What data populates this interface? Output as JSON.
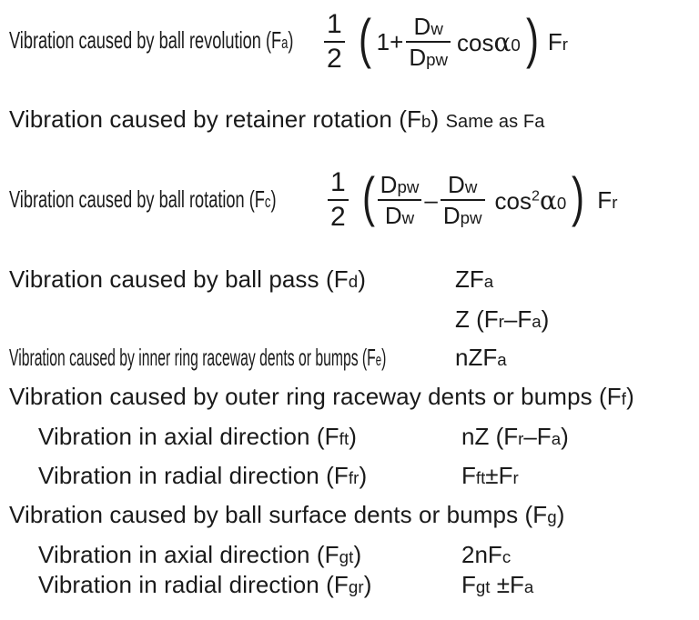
{
  "fa": {
    "label": "Vibration caused by ball revolution (F",
    "sub": "a",
    "close": ")",
    "half_num": "1",
    "half_den": "2",
    "paren_open": "(",
    "one_plus": "1+",
    "ratio_num": "D",
    "ratio_num_sub": "w",
    "ratio_den": "D",
    "ratio_den_sub": "pw",
    "cos": "cos",
    "alpha": "α",
    "alpha_sub": "0",
    "paren_close": ")",
    "tail": "F",
    "tail_sub": "r"
  },
  "fb": {
    "label": "Vibration caused by retainer rotation (F",
    "sub": "b",
    "close": ")",
    "note": "Same as Fa"
  },
  "fc": {
    "label": "Vibration caused by ball rotation (F",
    "sub": "c",
    "close": ")",
    "half_num": "1",
    "half_den": "2",
    "paren_open": "(",
    "r1_num": "D",
    "r1_num_sub": "pw",
    "r1_den": "D",
    "r1_den_sub": "w",
    "minus": "–",
    "r2_num": "D",
    "r2_num_sub": "w",
    "r2_den": "D",
    "r2_den_sub": "pw",
    "cos": "cos",
    "sq": "2",
    "alpha": "α",
    "alpha_sub": "0",
    "paren_close": ")",
    "tail": "F",
    "tail_sub": "r"
  },
  "fd": {
    "label": "Vibration caused by ball pass (F",
    "sub": "d",
    "close": ")",
    "expr1_a": "ZF",
    "expr1_a_sub": "a",
    "expr2_a": "Z (F",
    "expr2_a_sub": "r",
    "expr2_b": "–F",
    "expr2_b_sub": "a",
    "expr2_c": ")"
  },
  "fe": {
    "label": "Vibration caused by inner ring raceway dents or bumps (F",
    "sub": "e",
    "close": ")",
    "expr_a": "nZF",
    "expr_a_sub": "a"
  },
  "ff": {
    "label": "Vibration caused by outer ring raceway dents or bumps (F",
    "sub": "f",
    "close": ")",
    "axial_label": "Vibration in axial direction (F",
    "axial_sub": "ft",
    "axial_close": ")",
    "axial_expr_a": "nZ (F",
    "axial_expr_a_sub": "r",
    "axial_expr_b": "–F",
    "axial_expr_b_sub": "a",
    "axial_expr_c": ")",
    "radial_label": "Vibration in radial direction (F",
    "radial_sub": "fr",
    "radial_close": ")",
    "radial_expr_a": "F",
    "radial_expr_a_sub": "ft",
    "radial_expr_b": "±F",
    "radial_expr_b_sub": "r"
  },
  "fg": {
    "label": "Vibration caused by ball surface dents or bumps (F",
    "sub": "g",
    "close": ")",
    "axial_label": "Vibration in axial direction (F",
    "axial_sub": "gt",
    "axial_close": ")",
    "axial_expr_a": "2nF",
    "axial_expr_a_sub": "c",
    "radial_label": "Vibration in radial direction (F",
    "radial_sub": "gr",
    "radial_close": ")",
    "radial_expr_a": "F",
    "radial_expr_a_sub": "gt",
    "radial_expr_b": " ±F",
    "radial_expr_b_sub": "a"
  }
}
